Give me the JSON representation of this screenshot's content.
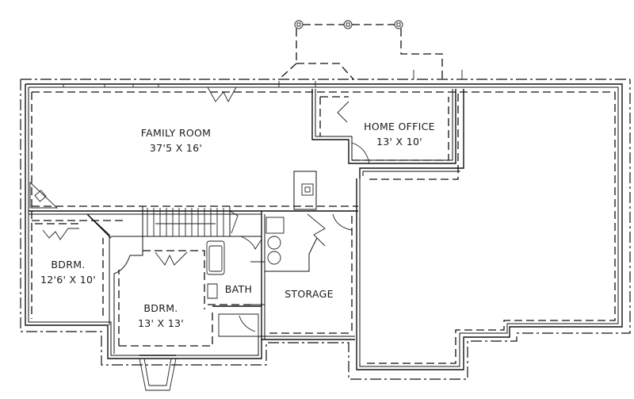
{
  "plan": {
    "type": "basement floor plan",
    "rooms": [
      {
        "id": "family-room",
        "name": "FAMILY ROOM",
        "dimensions": "37'5 X 16'"
      },
      {
        "id": "home-office",
        "name": "HOME OFFICE",
        "dimensions": "13' X 10'"
      },
      {
        "id": "bedroom-1",
        "name": "BDRM.",
        "dimensions": "12'6' X 10'"
      },
      {
        "id": "bedroom-2",
        "name": "BDRM.",
        "dimensions": "13' X 13'"
      },
      {
        "id": "bath",
        "name": "BATH",
        "dimensions": ""
      },
      {
        "id": "storage",
        "name": "STORAGE",
        "dimensions": ""
      }
    ],
    "colors": {
      "line": "#111111",
      "background": "#ffffff"
    }
  }
}
